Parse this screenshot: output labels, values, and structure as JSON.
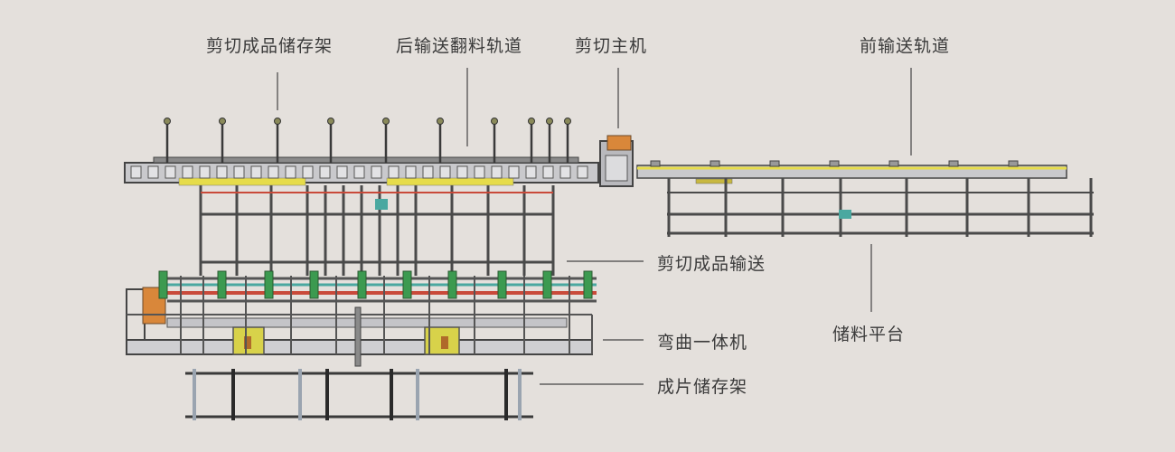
{
  "labels": {
    "finished_storage_rack": "剪切成品储存架",
    "rear_conveyor_turnover_track": "后输送翻料轨道",
    "shearing_main_machine": "剪切主机",
    "front_conveyor_track": "前输送轨道",
    "finished_product_conveyor": "剪切成品输送",
    "material_storage_platform": "储料平台",
    "bending_integrated_machine": "弯曲一体机",
    "sheet_storage_rack": "成片储存架"
  },
  "colors": {
    "background": "#e4e0dc",
    "frame": "#4a4a4a",
    "rail_light": "#b8b8bc",
    "yellow": "#e6dc4a",
    "orange": "#d9873a",
    "red": "#c94a3a",
    "teal": "#4aa8a0",
    "green": "#3c9a50"
  }
}
